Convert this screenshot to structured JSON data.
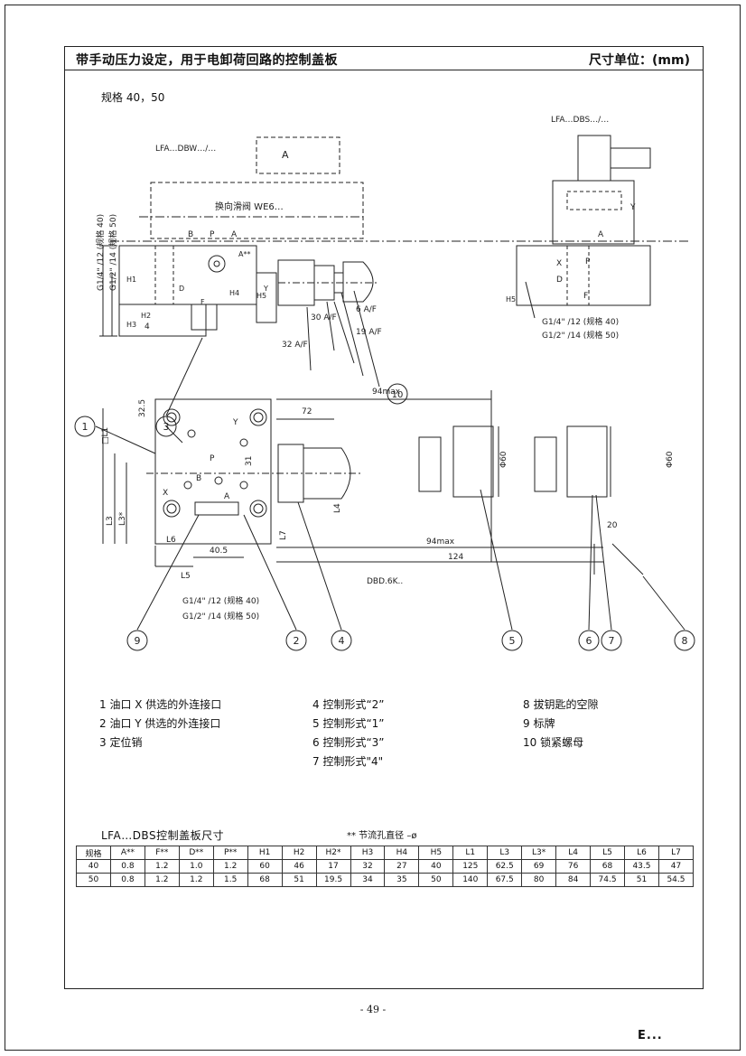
{
  "header": {
    "title": "带手动压力设定，用于电卸荷回路的控制盖板",
    "unit": "尺寸单位：(mm)"
  },
  "spec_label": "规格 40，50",
  "drawing": {
    "left_valve": {
      "model": "LFA…DBW…/…",
      "directional_valve": "换向滑阀 WE6…",
      "ports_top": [
        "B",
        "P",
        "A"
      ],
      "a_mark": "A**",
      "dims": [
        "H1",
        "H2",
        "H3",
        "H4",
        "H5",
        "D",
        "F",
        "4",
        "Y"
      ],
      "thread_vertical_1": "G1/4\" /12 (规格 40)",
      "thread_vertical_2": "G1/2\" /14 (规格 50)"
    },
    "knob": {
      "labels": [
        "30 A/F",
        "6 A/F",
        "32 A/F",
        "19 A/F"
      ]
    },
    "right_valve": {
      "model": "LFA…DBS…/…",
      "labels": [
        "P",
        "D",
        "X",
        "Y",
        "A",
        "F",
        "H5"
      ],
      "thread_1": "G1/4\" /12 (规格 40)",
      "thread_2": "G1/2\" /14 (规格 50)"
    },
    "plan": {
      "dims": [
        "□L1",
        "32.5",
        "L3",
        "L3*",
        "31",
        "L7",
        "L4",
        "L6",
        "40.5",
        "L5",
        "72",
        "94max",
        "94max",
        "124",
        "20",
        "Φ60",
        "Φ60",
        "DBD.6K.."
      ],
      "ports": [
        "P",
        "A",
        "B",
        "X",
        "Y"
      ],
      "thread_1": "G1/4\" /12 (规格 40)",
      "thread_2": "G1/2\" /14 (规格 50)"
    },
    "callouts": [
      "1",
      "2",
      "3",
      "4",
      "5",
      "6",
      "7",
      "8",
      "9",
      "10"
    ]
  },
  "legend": {
    "col1": [
      "1  油口 X 供选的外连接口",
      "2  油口 Y 供选的外连接口",
      "3  定位销"
    ],
    "col2": [
      "4  控制形式“2”",
      "5  控制形式“1”",
      "6  控制形式“3”",
      "7  控制形式\"4\""
    ],
    "col3": [
      "8  拔钥匙的空隙",
      "9  标牌",
      "10  锁紧螺母"
    ]
  },
  "table": {
    "title": "LFA…DBS控制盖板尺寸",
    "note": "** 节流孔直径 –ø",
    "headers": [
      "规格",
      "A**",
      "F**",
      "D**",
      "P**",
      "H1",
      "H2",
      "H2*",
      "H3",
      "H4",
      "H5",
      "L1",
      "L3",
      "L3*",
      "L4",
      "L5",
      "L6",
      "L7"
    ],
    "rows": [
      [
        "40",
        "0.8",
        "1.2",
        "1.0",
        "1.2",
        "60",
        "46",
        "17",
        "32",
        "27",
        "40",
        "125",
        "62.5",
        "69",
        "76",
        "68",
        "43.5",
        "47"
      ],
      [
        "50",
        "0.8",
        "1.2",
        "1.2",
        "1.5",
        "68",
        "51",
        "19.5",
        "34",
        "35",
        "50",
        "140",
        "67.5",
        "80",
        "84",
        "74.5",
        "51",
        "54.5"
      ]
    ]
  },
  "page_number": "- 49 -",
  "logo": "E..."
}
